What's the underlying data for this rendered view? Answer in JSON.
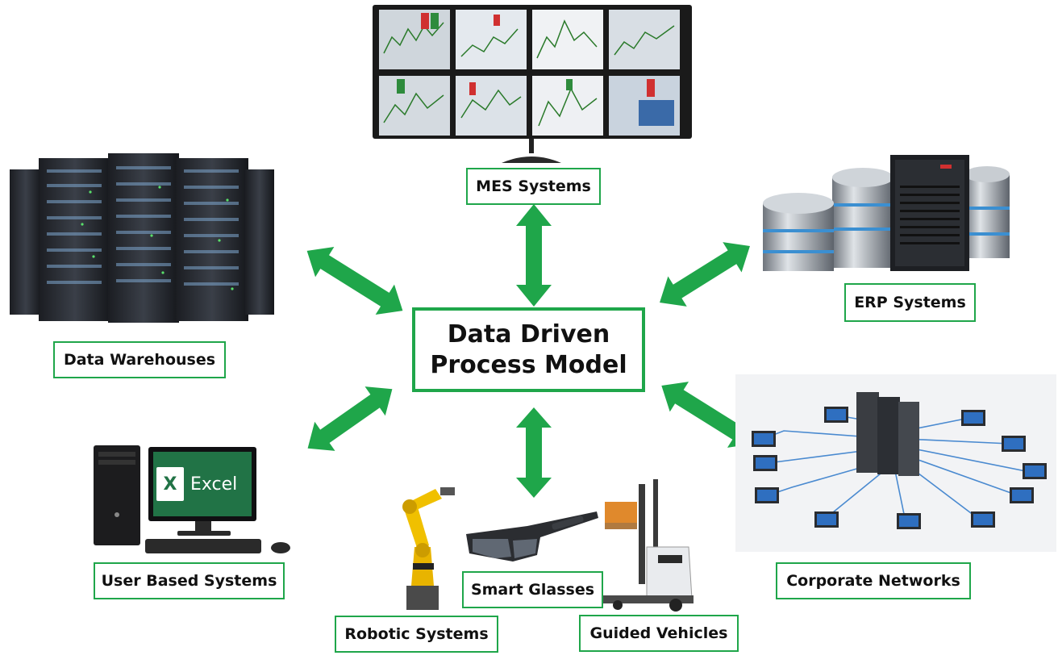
{
  "center": {
    "line1": "Data Driven",
    "line2": "Process Model"
  },
  "nodes": {
    "mes": "MES Systems",
    "erp": "ERP Systems",
    "warehouses": "Data Warehouses",
    "user": "User Based Systems",
    "networks": "Corporate Networks",
    "robotic": "Robotic Systems",
    "glasses": "Smart Glasses",
    "vehicles": "Guided Vehicles"
  },
  "excel_logo_text": "Excel",
  "colors": {
    "accent": "#1fa64a"
  }
}
